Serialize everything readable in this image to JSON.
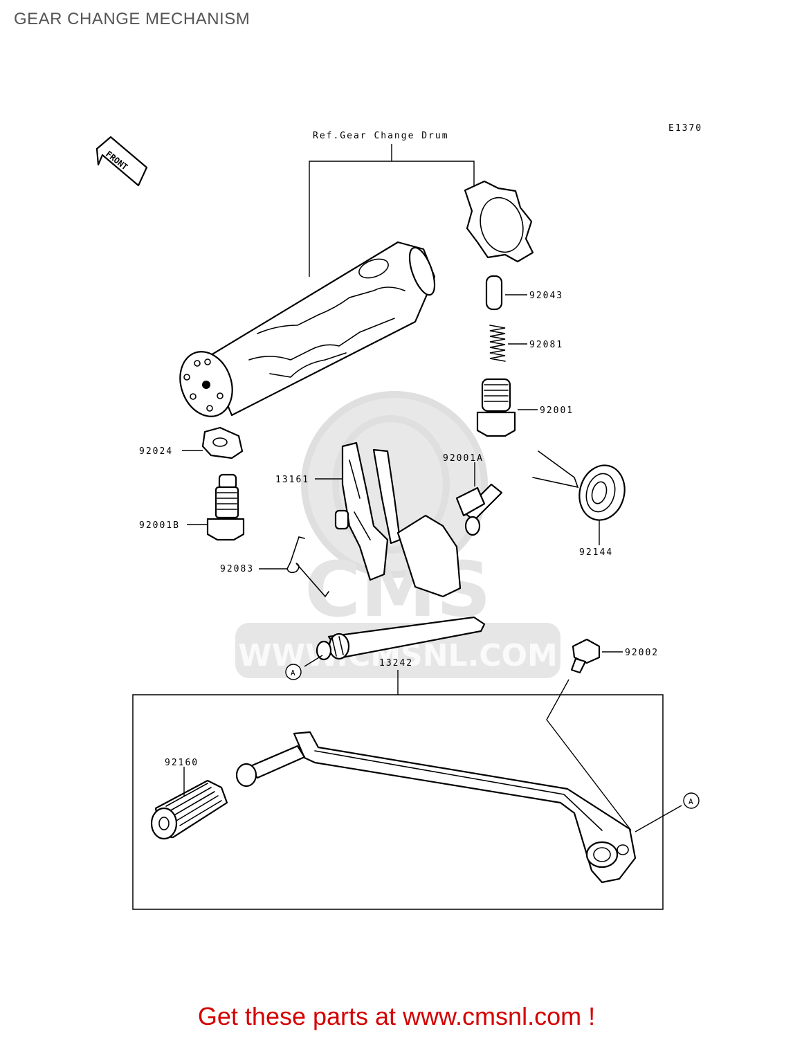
{
  "page": {
    "title": "GEAR CHANGE MECHANISM",
    "promo": "Get these parts at www.cmsnl.com !"
  },
  "diagram": {
    "code": "E1370",
    "ref_label": "Ref.Gear Change Drum",
    "front_label": "FRONT",
    "watermark": "WWW.CMSNL.COM",
    "watermark_brand": "CMS",
    "callout_a": "A",
    "parts": {
      "p92043": "92043",
      "p92081": "92081",
      "p92001": "92001",
      "p92024": "92024",
      "p13161": "13161",
      "p92001A": "92001A",
      "p92001B": "92001B",
      "p92083": "92083",
      "p92144": "92144",
      "p92002": "92002",
      "p13242": "13242",
      "p92160": "92160"
    }
  }
}
